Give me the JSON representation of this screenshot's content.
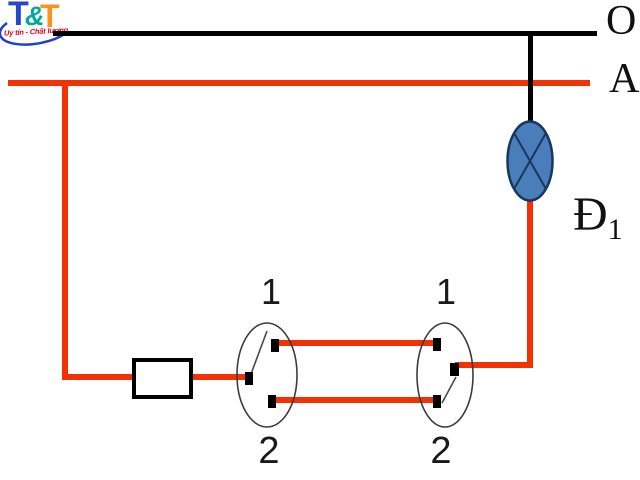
{
  "colors": {
    "wire_live": "#f23205",
    "wire_neutral": "#000000",
    "lamp_fill": "#4a7ebb",
    "lamp_stroke": "#17375e",
    "switch_outline": "#3c3c3c",
    "contact_black": "#000000",
    "logo_blue": "#2447cc",
    "logo_teal": "#00a99d",
    "logo_orange": "#f7941d",
    "logo_red": "#e8001c"
  },
  "logo": {
    "letter_t1": "T",
    "ampersand": "&",
    "letter_t2": "T",
    "tagline": "Uy tín - Chất lượng"
  },
  "bus": {
    "neutral_label": "O",
    "live_label": "A"
  },
  "lamp": {
    "label": "Đ",
    "subscript": "1"
  },
  "switches": {
    "left": {
      "top_label": "1",
      "bottom_label": "2"
    },
    "right": {
      "top_label": "1",
      "bottom_label": "2"
    }
  }
}
